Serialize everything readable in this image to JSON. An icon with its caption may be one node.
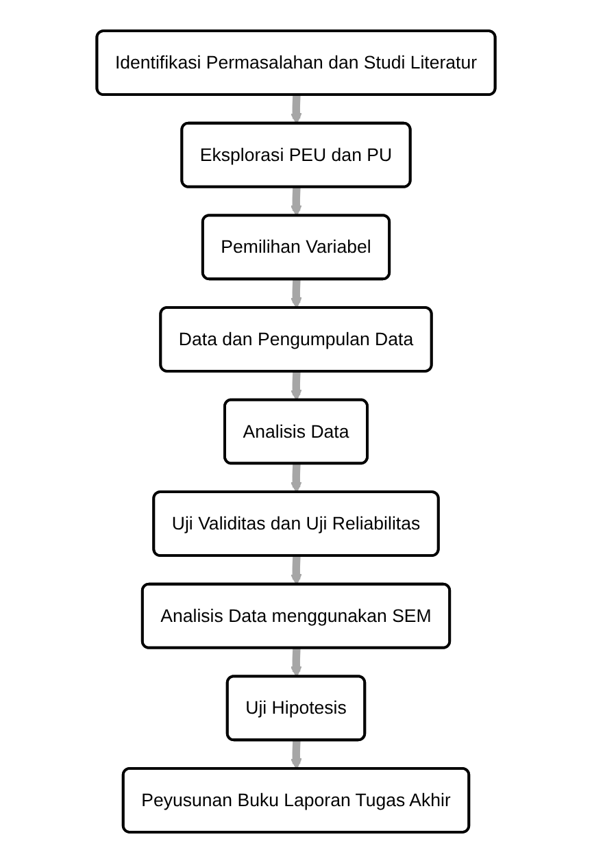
{
  "diagram": {
    "nodes": [
      {
        "text": [
          "Identifikasi Permasalahan dan Studi Literatur"
        ]
      },
      {
        "text": [
          "Eksplorasi PEU dan PU"
        ]
      },
      {
        "text": [
          "Pemilihan Variabel"
        ]
      },
      {
        "text": [
          "Data dan Pengumpulan Data"
        ]
      },
      {
        "text": [
          "Analisis Data"
        ]
      },
      {
        "text": [
          "Uji Validitas dan Uji Reliabilitas"
        ]
      },
      {
        "text": [
          "Analisis Data menggunakan SEM"
        ]
      },
      {
        "text": [
          "Uji Hipotesis"
        ]
      },
      {
        "text": [
          "Peyusunan Buku Laporan Tugas Akhir"
        ]
      }
    ],
    "edges": [
      {
        "from": 0,
        "to": 1,
        "arrow": "to"
      },
      {
        "from": 1,
        "to": 2,
        "arrow": "to"
      },
      {
        "from": 2,
        "to": 3,
        "arrow": "to"
      },
      {
        "from": 3,
        "to": 4,
        "arrow": "to"
      },
      {
        "from": 4,
        "to": 5,
        "arrow": "to"
      },
      {
        "from": 5,
        "to": 6,
        "arrow": "to"
      },
      {
        "from": 6,
        "to": 7,
        "arrow": "to"
      },
      {
        "from": 7,
        "to": 8,
        "arrow": "to"
      }
    ]
  }
}
